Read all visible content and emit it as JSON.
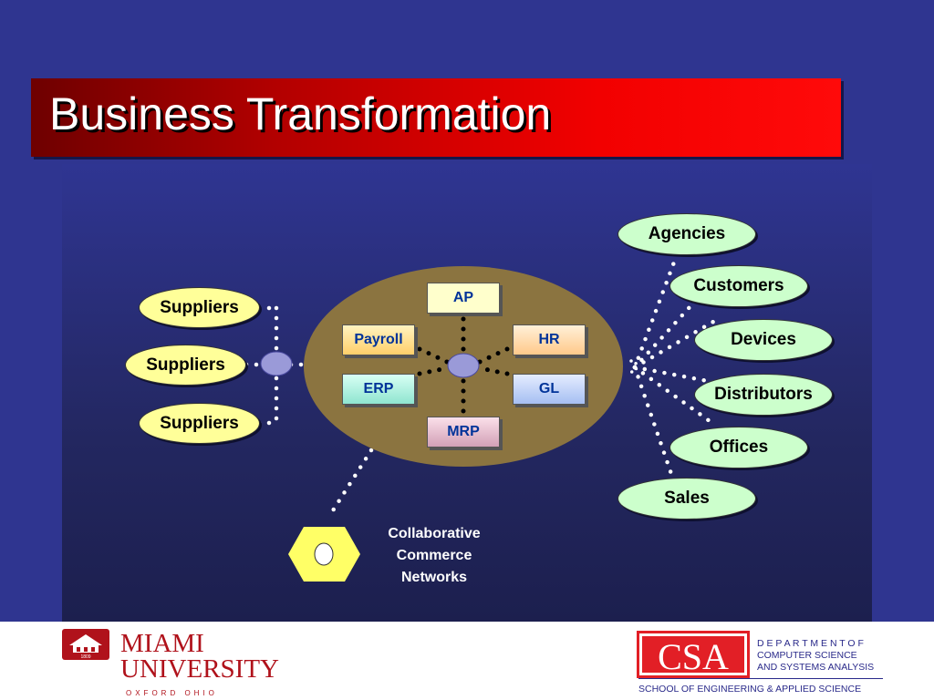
{
  "title": "Business Transformation",
  "suppliers": [
    "Suppliers",
    "Suppliers",
    "Suppliers"
  ],
  "systems": {
    "ap": "AP",
    "payroll": "Payroll",
    "hr": "HR",
    "erp": "ERP",
    "gl": "GL",
    "mrp": "MRP"
  },
  "destinations": [
    "Agencies",
    "Customers",
    "Devices",
    "Distributors",
    "Offices",
    "Sales"
  ],
  "collab": {
    "line1": "Collaborative",
    "line2": "Commerce",
    "line3": "Networks"
  },
  "footer": {
    "miami_line1": "MIAMI",
    "miami_line2": "UNIVERSITY",
    "miami_sub": "OXFORD OHIO",
    "seal_year": "1809",
    "csa_logo": "CSA",
    "dept_line1": "D E P A R T M E N T  O F",
    "dept_line2": "COMPUTER SCIENCE",
    "dept_line3": "AND SYSTEMS ANALYSIS",
    "school": "SCHOOL OF ENGINEERING & APPLIED SCIENCE"
  },
  "colors": {
    "background": "#2f3590",
    "title_red": "#e00000",
    "hub": "#8b7440",
    "supplier_fill": "#ffff99",
    "destination_fill": "#ccffcc",
    "miami_red": "#b0121b"
  }
}
